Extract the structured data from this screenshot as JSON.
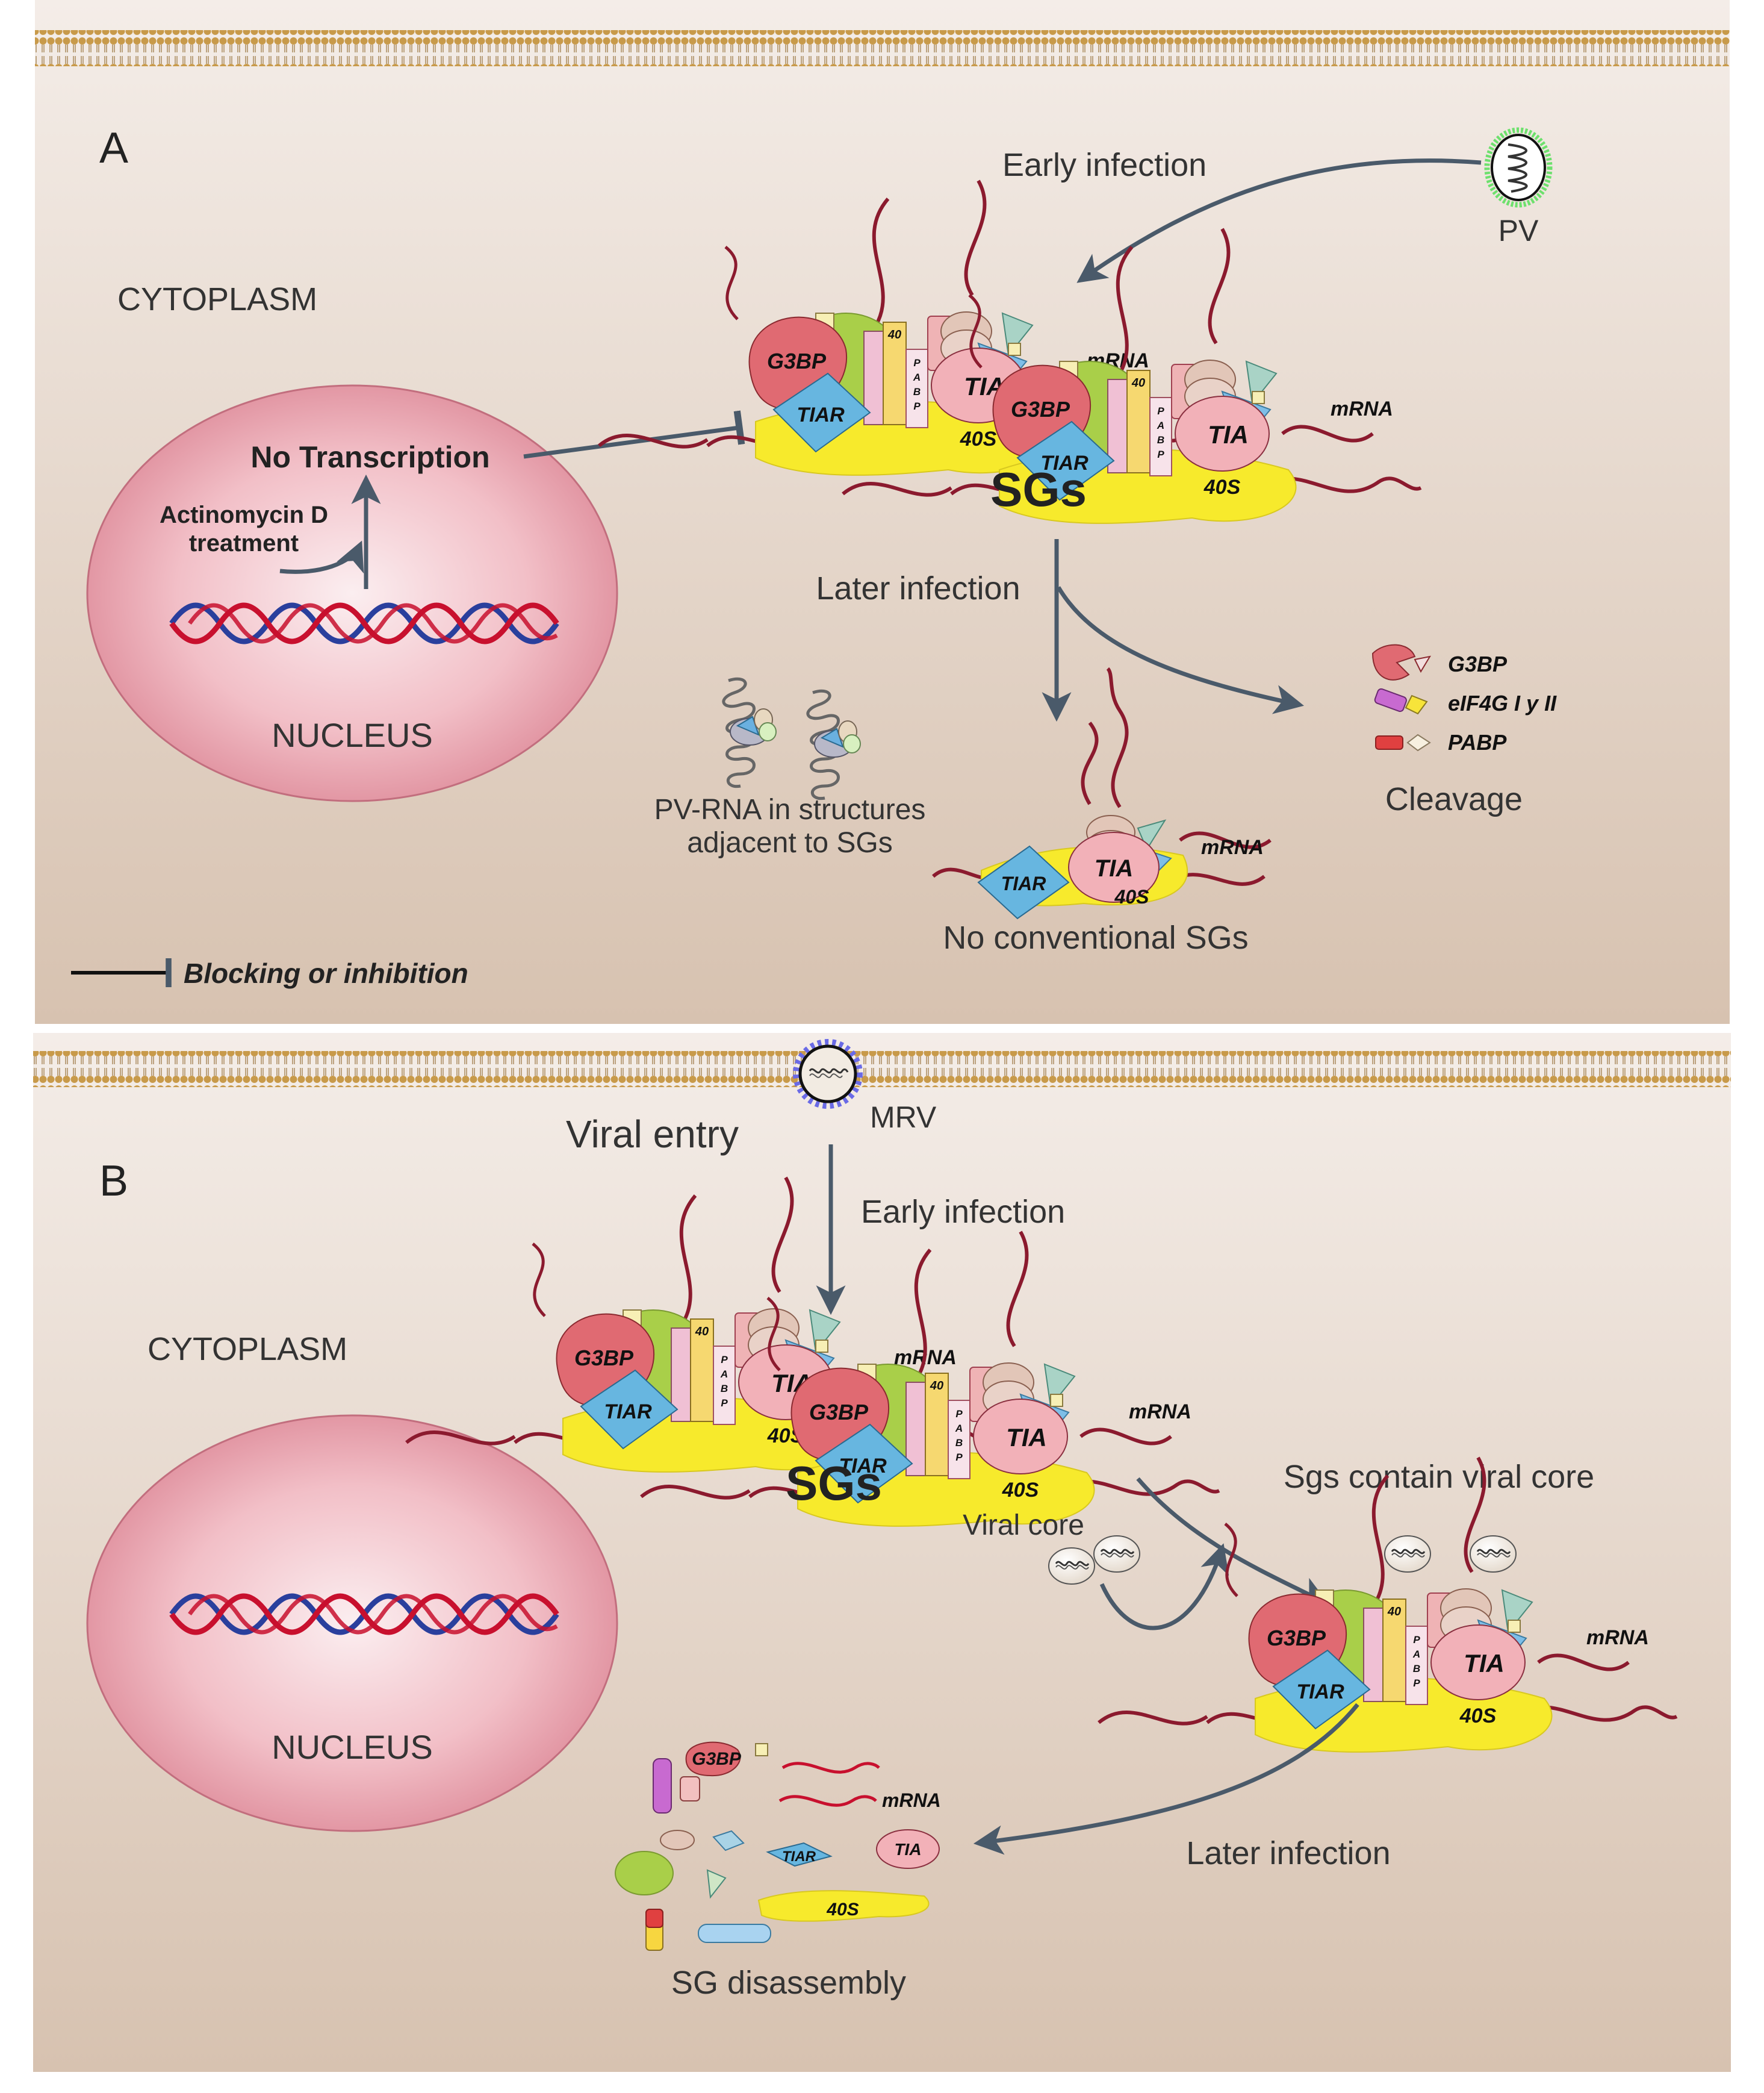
{
  "panel_a": {
    "letter": "A",
    "cytoplasm": "CYTOPLASM",
    "nucleus": "NUCLEUS",
    "no_transcription": "No Transcription",
    "actinomycin": "Actinomycin D",
    "treatment": "treatment",
    "early_infection": "Early infection",
    "virus": "PV",
    "sgs": "SGs",
    "later_infection": "Later infection",
    "pv_rna_line1": "PV-RNA in structures",
    "pv_rna_line2": "adjacent to SGs",
    "no_conventional": "No conventional SGs",
    "cleavage": "Cleavage",
    "legend_g3bp": "G3BP",
    "legend_eif4g": "eIF4G I y II",
    "legend_pabp": "PABP",
    "blocking": "Blocking or inhibition"
  },
  "panel_b": {
    "letter": "B",
    "cytoplasm": "CYTOPLASM",
    "nucleus": "NUCLEUS",
    "viral_entry": "Viral entry",
    "virus": "MRV",
    "early_infection": "Early infection",
    "sgs": "SGs",
    "viral_core": "Viral core",
    "sgs_contain": "Sgs contain viral core",
    "later_infection": "Later infection",
    "disassembly": "SG disassembly"
  },
  "granule": {
    "g3bp": "G3BP",
    "tiar": "TIAR",
    "tia": "TIA",
    "s40": "40S",
    "mrna": "mRNA",
    "n40": "40",
    "pabp_letters": [
      "P",
      "A",
      "B",
      "P"
    ]
  },
  "colors": {
    "cytoplasm_top": "#f3ebe5",
    "cytoplasm_bottom": "#d9c4b3",
    "nucleus": "#e08e9c",
    "dna_red": "#c8102e",
    "dna_blue": "#2a3f9d",
    "arrow": "#4a5a6a",
    "ribosome_40s": "#f7ea2c",
    "tiar": "#67b6e0",
    "tia": "#f2b1b8",
    "g3bp": "#e06a72",
    "mrna": "#8b1a2e",
    "pv_capsid": "#6de06d",
    "mrv_spikes": "#6a6ae6"
  }
}
